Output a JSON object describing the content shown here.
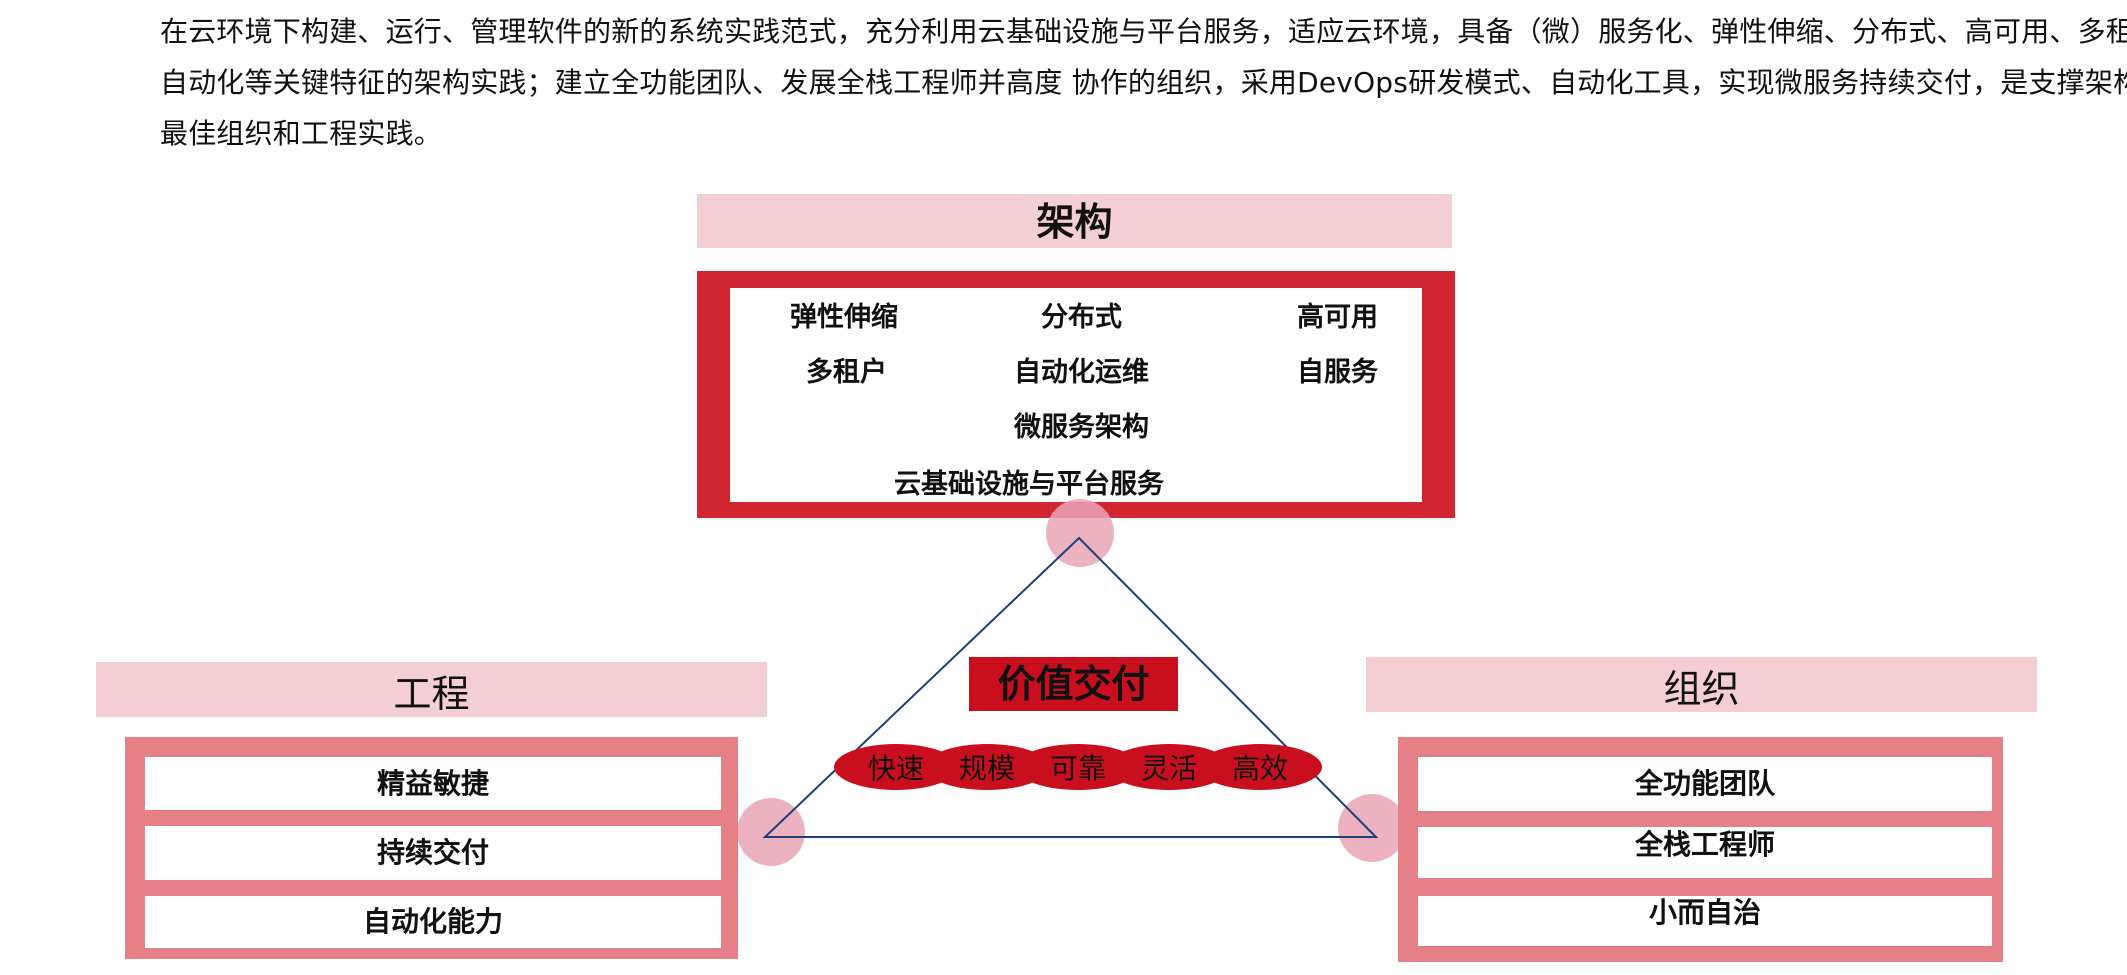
{
  "intro": {
    "line1": "在云环境下构建、运行、管理软件的新的系统实践范式，充分利用云基础设施与平台服务，适应云环境，具备（微）服务化、弹性伸缩、分布式、高可用、多租户、",
    "line2": "自动化等关键特征的架构实践；建立全功能团队、发展全栈工程师并高度 协作的组织，采用DevOps研发模式、自动化工具，实现微服务持续交付，是支撑架构的",
    "line3": "最佳组织和工程实践。"
  },
  "architecture": {
    "title": "架构",
    "items": {
      "elastic": "弹性伸缩",
      "distributed": "分布式",
      "high_availability": "高可用",
      "multi_tenant": "多租户",
      "auto_ops": "自动化运维",
      "self_service": "自服务",
      "microservices": "微服务架构",
      "cloud_infra": "云基础设施与平台服务"
    }
  },
  "center": {
    "title": "价值交付",
    "traits": [
      "快速",
      "规模",
      "可靠",
      "灵活",
      "高效"
    ]
  },
  "engineering": {
    "title": "工程",
    "items": [
      "精益敏捷",
      "持续交付",
      "自动化能力"
    ]
  },
  "organization": {
    "title": "组织",
    "items": [
      "全功能团队",
      "全栈工程师",
      "小而自治"
    ]
  },
  "colors": {
    "red": "#d12532",
    "dark_red": "#c90e1d",
    "pink": "#f3cfd5",
    "rose": "#e68088",
    "vertex_pink": "#eaa5b5",
    "triangle_line": "#1f3f7a"
  }
}
